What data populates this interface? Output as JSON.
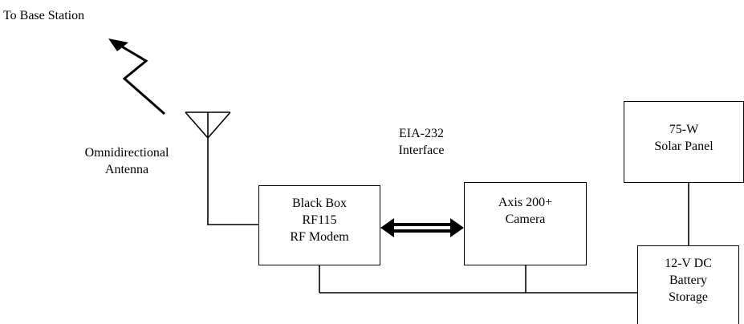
{
  "labels": {
    "base_station": "To Base Station",
    "antenna_line1": "Omnidirectional",
    "antenna_line2": "Antenna",
    "interface_line1": "EIA-232",
    "interface_line2": "Interface"
  },
  "blocks": {
    "modem": [
      "Black Box",
      "RF115",
      "RF Modem"
    ],
    "camera": [
      "Axis 200+",
      "Camera"
    ],
    "solar": [
      "75-W",
      "Solar Panel"
    ],
    "battery": [
      "12-V DC",
      "Battery",
      "Storage"
    ]
  },
  "colors": {
    "line": "#000000",
    "background": "#ffffff"
  }
}
